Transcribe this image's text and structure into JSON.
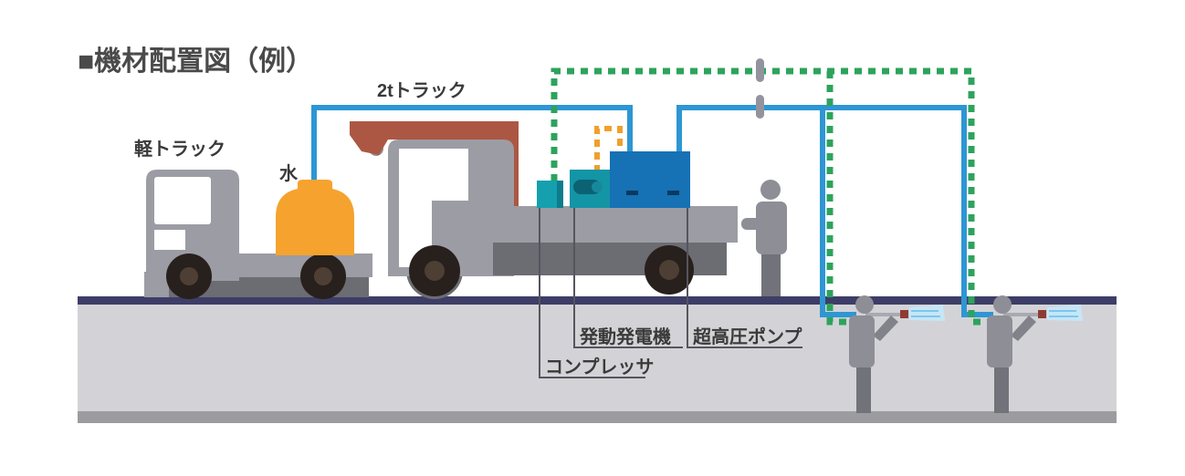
{
  "title": "■機材配置図（例）",
  "diagram": {
    "vehicles": {
      "light_truck_label": "軽トラック",
      "two_ton_truck_label": "2tトラック"
    },
    "equipment": {
      "water_label": "水",
      "compressor_label": "コンプレッサ",
      "generator_label": "発動発電機",
      "pump_label": "超高圧ポンプ"
    },
    "colors": {
      "water_hose": "#2e96d3",
      "air_hose": "#2da35d",
      "power_cable": "#f0a02c",
      "water_tank": "#f5a32e",
      "crane": "#ac5743",
      "pump_unit": "#1671b5",
      "compressor_unit": "#14a0af",
      "generator_unit": "#1395a6",
      "ground_line": "#3d3d67"
    }
  }
}
